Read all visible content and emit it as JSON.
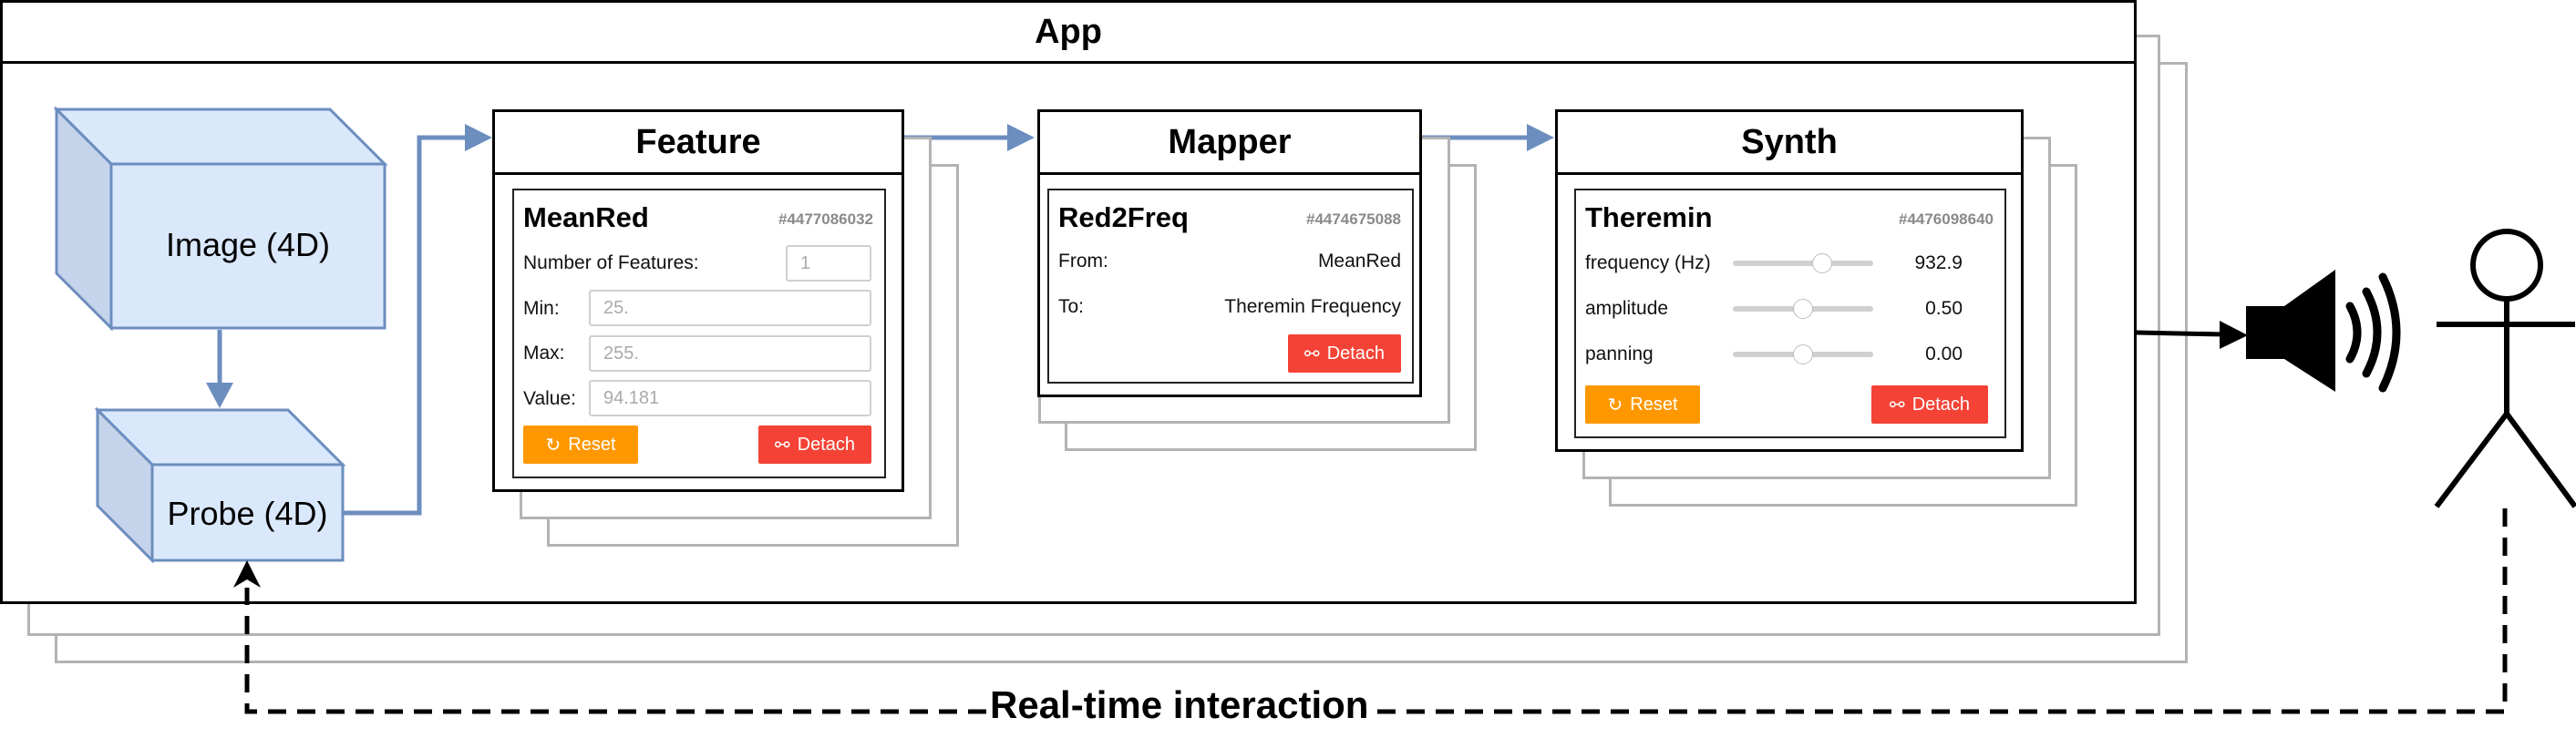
{
  "app": {
    "title": "App"
  },
  "nodes": {
    "image": "Image (4D)",
    "probe": "Probe (4D)"
  },
  "feature": {
    "title": "Feature",
    "card": {
      "name": "MeanRed",
      "id": "#4477086032",
      "num_features_label": "Number of Features:",
      "num_features_value": "1",
      "min_label": "Min:",
      "min_value": "25.",
      "max_label": "Max:",
      "max_value": "255.",
      "value_label": "Value:",
      "value_value": "94.181",
      "reset_label": "Reset",
      "detach_label": "Detach"
    }
  },
  "mapper": {
    "title": "Mapper",
    "card": {
      "name": "Red2Freq",
      "id": "#4474675088",
      "from_label": "From:",
      "from_value": "MeanRed",
      "to_label": "To:",
      "to_value": "Theremin Frequency",
      "detach_label": "Detach"
    }
  },
  "synth": {
    "title": "Synth",
    "card": {
      "name": "Theremin",
      "id": "#4476098640",
      "params": [
        {
          "label": "frequency (Hz)",
          "value": "932.9",
          "level": 0.65
        },
        {
          "label": "amplitude",
          "value": "0.50",
          "level": 0.5
        },
        {
          "label": "panning",
          "value": "0.00",
          "level": 0.5
        }
      ],
      "reset_label": "Reset",
      "detach_label": "Detach"
    }
  },
  "interaction": {
    "label": "Real-time interaction"
  },
  "icons": {
    "speaker": "speaker-icon",
    "user": "user-figure-icon",
    "refresh": "refresh-icon",
    "unlink": "unlink-icon"
  },
  "colors": {
    "node_fill": "#dae8fc",
    "node_stroke": "#6c8ebf",
    "arrow": "#6c8ebf",
    "orange": "#ff9800",
    "red": "#f44336"
  }
}
